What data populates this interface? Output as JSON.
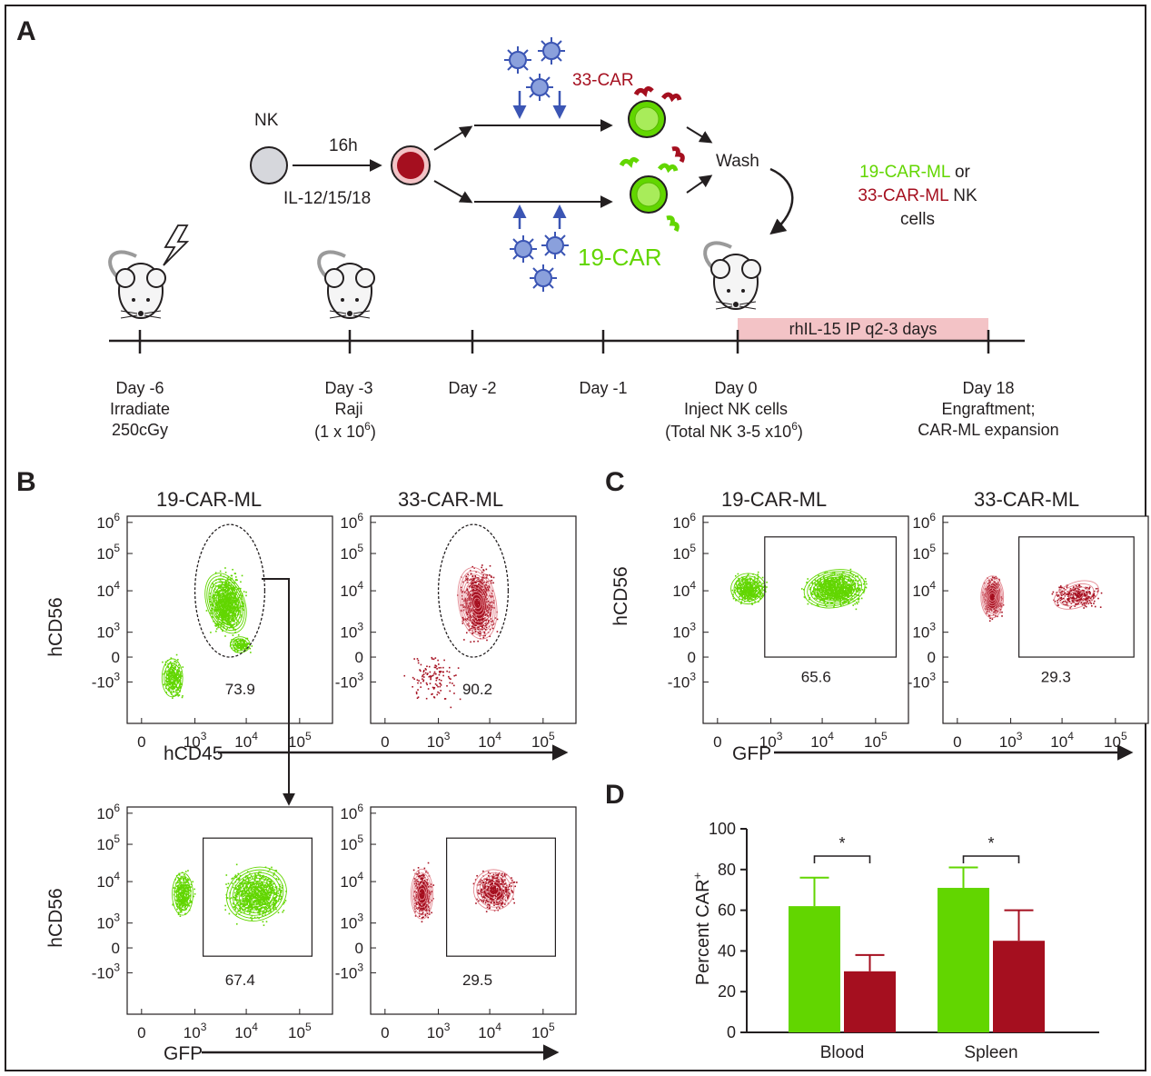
{
  "figure": {
    "panels": {
      "A": "A",
      "B": "B",
      "C": "C",
      "D": "D"
    },
    "colors": {
      "green": "#62d600",
      "red": "#a50f1f",
      "blue": "#3b55b4",
      "pink_bar": "#f3c3c6",
      "text": "#231f20"
    },
    "panelA": {
      "nk": "NK",
      "hours": "16h",
      "cytokines": "IL-12/15/18",
      "car33": "33-CAR",
      "car19": "19-CAR",
      "wash": "Wash",
      "product": {
        "l1_green": "19-CAR-ML",
        "l1_rest": " or",
        "l2_red": "33-CAR-ML",
        "l2_rest": " NK",
        "l3": "cells"
      },
      "treatment_bar": "rhIL-15 IP q2-3 days",
      "timeline": [
        {
          "day": "Day -6",
          "l2": "Irradiate",
          "l3": "250cGy"
        },
        {
          "day": "Day -3",
          "l2": "Raji",
          "l3_pre": "(1 x 10",
          "l3_sup": "6",
          "l3_post": ")"
        },
        {
          "day": "Day -2"
        },
        {
          "day": "Day -1"
        },
        {
          "day": "Day 0",
          "l2": "Inject NK cells",
          "l3_pre": "(Total NK 3-5 x10",
          "l3_sup": "6",
          "l3_post": ")"
        },
        {
          "day": "Day 18",
          "l2": "Engraftment;",
          "l3": "CAR-ML expansion"
        }
      ],
      "icons": [
        "mouse-icon",
        "lightning-icon",
        "virus-icon",
        "nk-cell-icon",
        "antibody-icon"
      ]
    },
    "panelB": {
      "titles": [
        "19-CAR-ML",
        "33-CAR-ML"
      ],
      "x_axis_top": "hCD45",
      "x_axis_bottom": "GFP",
      "y_axis": "hCD56",
      "y_ticks": [
        {
          "b": "10",
          "s": "6"
        },
        {
          "b": "10",
          "s": "5"
        },
        {
          "b": "10",
          "s": "4"
        },
        {
          "b": "10",
          "s": "3"
        },
        {
          "b": "0",
          "s": ""
        },
        {
          "b": "-10",
          "s": "3"
        }
      ],
      "x_ticks": [
        {
          "b": "0",
          "s": ""
        },
        {
          "b": "10",
          "s": "3"
        },
        {
          "b": "10",
          "s": "4"
        },
        {
          "b": "10",
          "s": "5"
        }
      ],
      "gate_values": [
        "73.9",
        "90.2",
        "67.4",
        "29.5"
      ]
    },
    "panelC": {
      "titles": [
        "19-CAR-ML",
        "33-CAR-ML"
      ],
      "x_axis": "GFP",
      "y_axis": "hCD56",
      "gate_values": [
        "65.6",
        "29.3"
      ]
    },
    "panelD": {
      "ylabel": "Percent CAR",
      "ylabel_sup": "+",
      "significance": "*"
    }
  },
  "chart_data": {
    "type": "bar",
    "categories": [
      "Blood",
      "Spleen"
    ],
    "series": [
      {
        "color": "#62d600",
        "values": [
          62,
          71
        ],
        "error": [
          14,
          10
        ]
      },
      {
        "color": "#a50f1f",
        "values": [
          30,
          45
        ],
        "error": [
          8,
          15
        ]
      }
    ],
    "ylim": [
      0,
      100
    ],
    "yticks": [
      0,
      20,
      40,
      60,
      80,
      100
    ],
    "significance": [
      "*",
      "*"
    ]
  }
}
